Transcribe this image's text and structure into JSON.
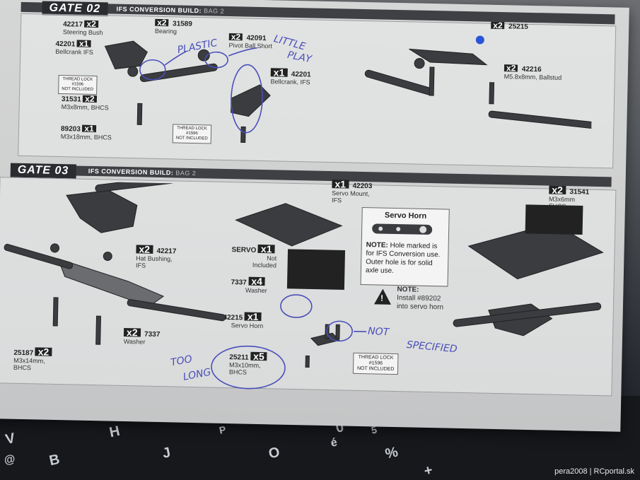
{
  "gate02": {
    "title": "GATE 02",
    "subtitle": "IFS CONVERSION BUILD:",
    "bag": "BAG 2",
    "parts": [
      {
        "num": "42217",
        "qty": "x2",
        "desc": "Steering Bush"
      },
      {
        "num": "31589",
        "qty": "x2",
        "desc": "Bearing"
      },
      {
        "num": "42091",
        "qty": "x2",
        "desc": "Pivot Ball Short"
      },
      {
        "num": "42201",
        "qty": "x1",
        "desc": "Bellcrank IFS"
      },
      {
        "num": "42201",
        "qty": "x1",
        "desc": "Bellcrank, IFS"
      },
      {
        "num": "31531",
        "qty": "x2",
        "desc": "M3x8mm, BHCS"
      },
      {
        "num": "89203",
        "qty": "x1",
        "desc": "M3x18mm, BHCS"
      },
      {
        "num": "42216",
        "qty": "x2",
        "desc": "M5.8x8mm, Ballstud"
      },
      {
        "num": "25215",
        "qty": "x2",
        "desc": ""
      }
    ],
    "threadlock": {
      "line1": "THREAD LOCK",
      "line2": "#1596",
      "line3": "NOT INCLUDED"
    }
  },
  "gate03": {
    "title": "GATE 03",
    "subtitle": "IFS CONVERSION BUILD:",
    "bag": "BAG 2",
    "parts": {
      "hat_bushing": {
        "num": "42217",
        "qty": "x2",
        "desc1": "Hat Bushing,",
        "desc2": "IFS"
      },
      "washer_left": {
        "num": "7337",
        "qty": "x2",
        "desc1": "Washer"
      },
      "bhcs_left": {
        "num": "25187",
        "qty": "x2",
        "desc1": "M3x14mm,",
        "desc2": "BHCS"
      },
      "servo_mount": {
        "num": "42203",
        "qty": "x1",
        "desc1": "Servo Mount,",
        "desc2": "IFS"
      },
      "servo": {
        "num": "SERVO",
        "qty": "x1",
        "desc1": "Not",
        "desc2": "Included"
      },
      "washer_mid": {
        "num": "7337",
        "qty": "x4",
        "desc1": "Washer"
      },
      "servo_horn": {
        "num": "42215",
        "qty": "x1",
        "desc1": "Servo Horn"
      },
      "bhcs_mid": {
        "num": "25211",
        "qty": "x5",
        "desc1": "M3x10mm,",
        "desc2": "BHCS"
      },
      "fhcs": {
        "num": "31541",
        "qty": "x2",
        "desc1": "M3x6mm",
        "desc2": "FHCS"
      }
    },
    "servo_horn_box": {
      "title": "Servo Horn",
      "note_label": "NOTE:",
      "note_text": "Hole marked is for IFS Conversion use. Outer hole is for solid axle use."
    },
    "install_note": {
      "label": "NOTE:",
      "text1": "Install #89202",
      "text2": "into servo horn"
    },
    "threadlock": {
      "line1": "THREAD LOCK",
      "line2": "#1596",
      "line3": "NOT INCLUDED"
    }
  },
  "handwriting": {
    "plastic": "PLASTIC",
    "little": "LITTLE",
    "play": "PLAY",
    "not_specified_1": "NOT",
    "not_specified_2": "SPECIFIED",
    "too": "TOO",
    "long": "LONG"
  },
  "keyboard": {
    "keys": [
      "V",
      "B",
      "H",
      "J",
      "O",
      "0",
      "é",
      "%",
      "+",
      "@",
      "P",
      "5"
    ]
  },
  "credit": "pera2008 | RCportal.sk",
  "colors": {
    "ink": "#4a4fb8",
    "label_bg": "#222222",
    "paper": "#d2d3d3"
  }
}
